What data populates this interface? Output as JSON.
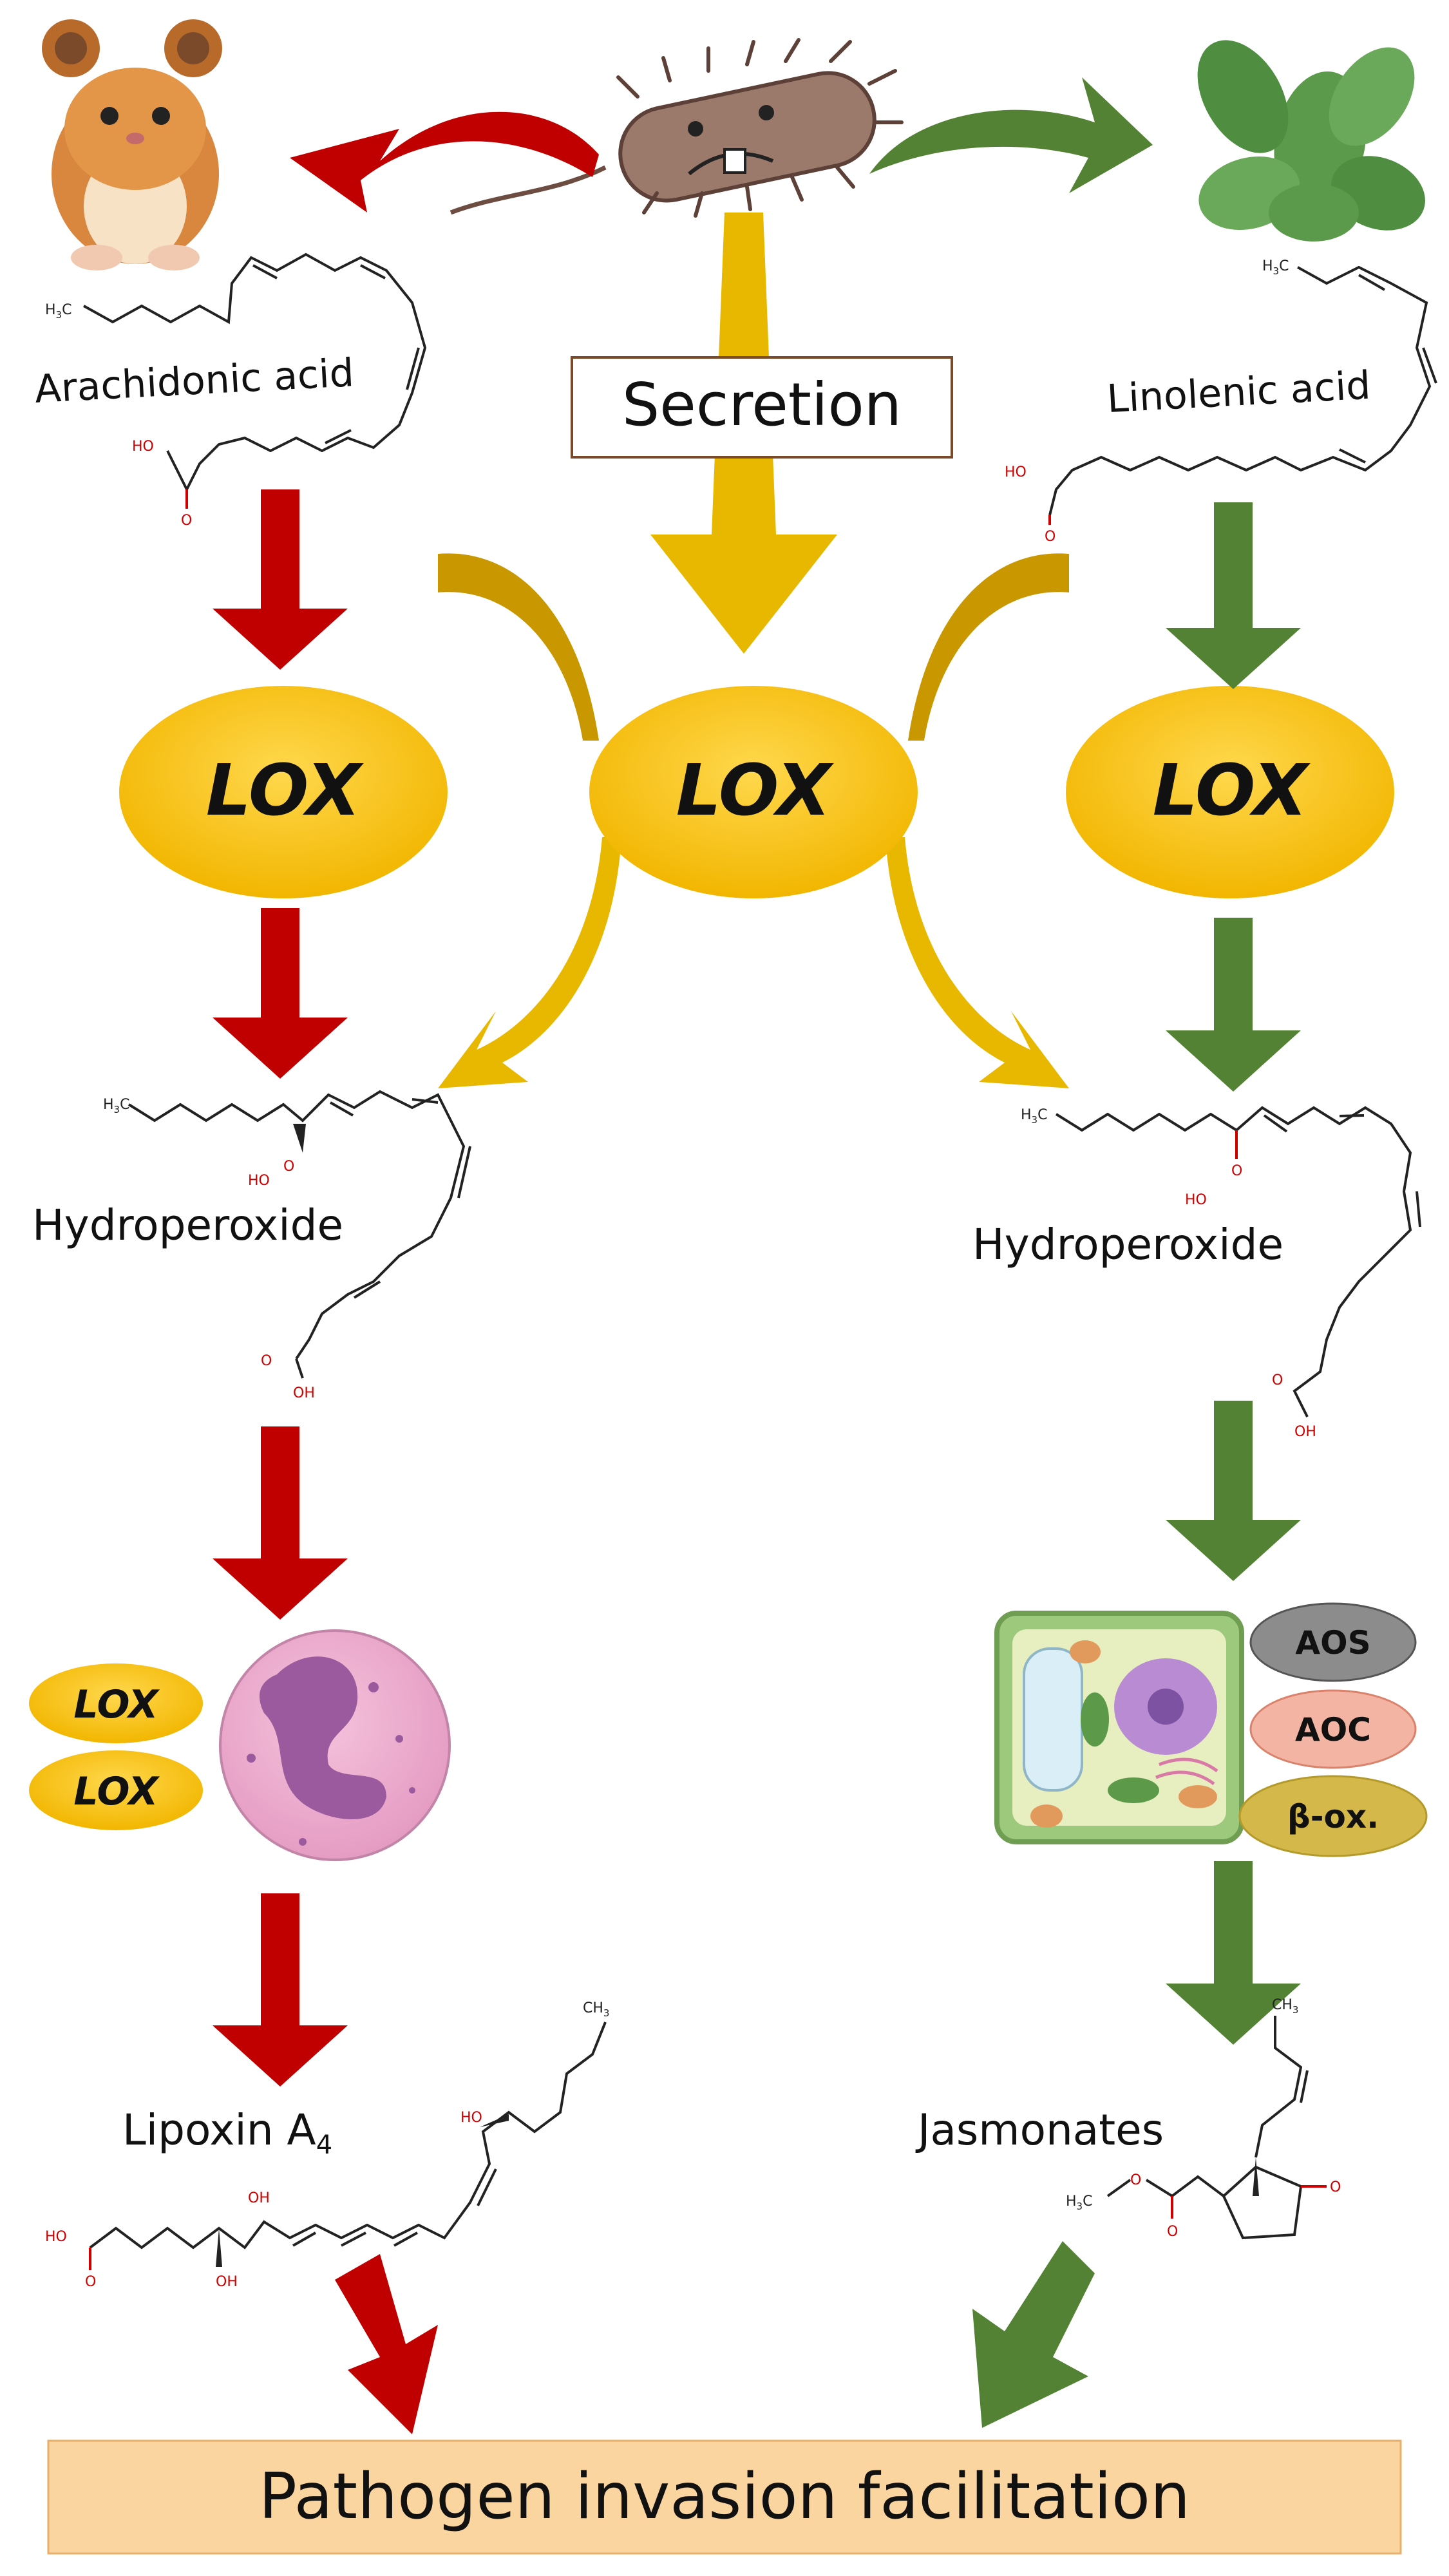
{
  "labels": {
    "secretion": "Secretion",
    "arachidonic_acid": "Arachidonic acid",
    "linolenic_acid": "Linolenic acid",
    "hydroperoxide_left": "Hydroperoxide",
    "hydroperoxide_right": "Hydroperoxide",
    "lipoxin": "Lipoxin A",
    "lipoxin_sub": "4",
    "jasmonates": "Jasmonates",
    "footer": "Pathogen invasion facilitation"
  },
  "enzymes": {
    "lox_left": "LOX",
    "lox_center": "LOX",
    "lox_right": "LOX",
    "lox_small_1": "LOX",
    "lox_small_2": "LOX",
    "aos": "AOS",
    "aoc": "AOC",
    "beta_ox": "β-ox."
  },
  "chem": {
    "h3c": "H",
    "ch3": "CH",
    "ho": "HO",
    "oh": "OH",
    "o": "O",
    "sub3": "3"
  },
  "colors": {
    "red_arrow": "#c00000",
    "green_arrow": "#538135",
    "gold_arrow": "#e6b800",
    "lox_fill": "#ffc000",
    "footer_fill": "#fbd5a0",
    "secretion_border": "#7a4a2a",
    "aos_fill": "#8c8c8c",
    "aoc_fill": "#f4b4a4",
    "beta_fill": "#d4b84a"
  }
}
